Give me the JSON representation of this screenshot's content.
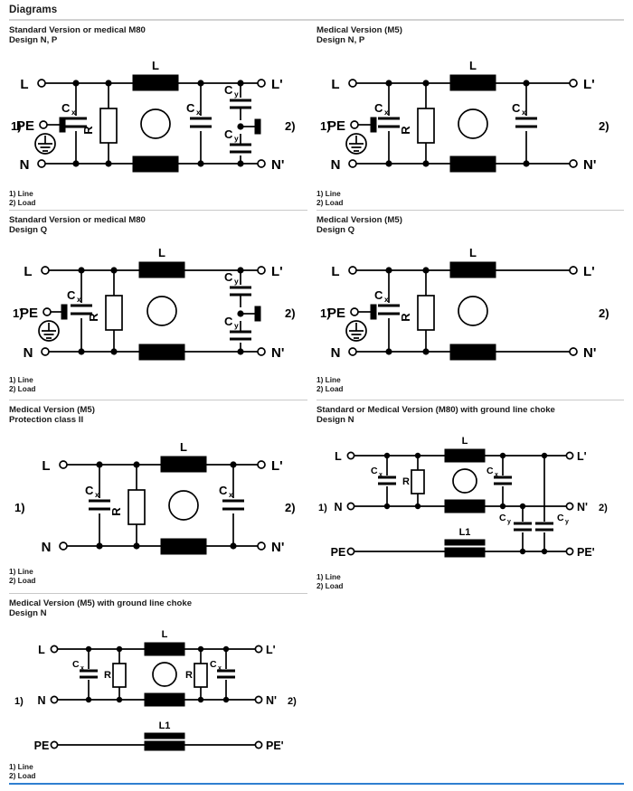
{
  "header": {
    "title": "Diagrams"
  },
  "footnotes": {
    "line1": "1) Line",
    "line2": "2) Load"
  },
  "labels": {
    "L": "L",
    "L_out": "L'",
    "N": "N",
    "N_out": "N'",
    "PE": "PE",
    "PE_out": "PE'",
    "note_line": "1)",
    "note_load": "2)",
    "ind": "L",
    "ind_gnd": "L1",
    "res": "R",
    "cx": "C",
    "cx_sub": "x",
    "cy": "C",
    "cy_sub": "y"
  },
  "panels": [
    {
      "id": "p1",
      "title_line1": "Standard Version or medical M80",
      "title_line2": "Design N, P"
    },
    {
      "id": "p2",
      "title_line1": "Medical Version (M5)",
      "title_line2": "Design N, P"
    },
    {
      "id": "p3",
      "title_line1": "Standard Version or medical M80",
      "title_line2": "Design Q"
    },
    {
      "id": "p4",
      "title_line1": "Medical Version (M5)",
      "title_line2": "Design Q"
    },
    {
      "id": "p5",
      "title_line1": "Medical Version (M5)",
      "title_line2": "Protection class II"
    },
    {
      "id": "p6",
      "title_line1": "Standard or Medical Version (M80) with ground line choke",
      "title_line2": "Design N"
    },
    {
      "id": "p7",
      "title_line1": "Medical Version (M5) with ground line choke",
      "title_line2": "Design N"
    }
  ]
}
